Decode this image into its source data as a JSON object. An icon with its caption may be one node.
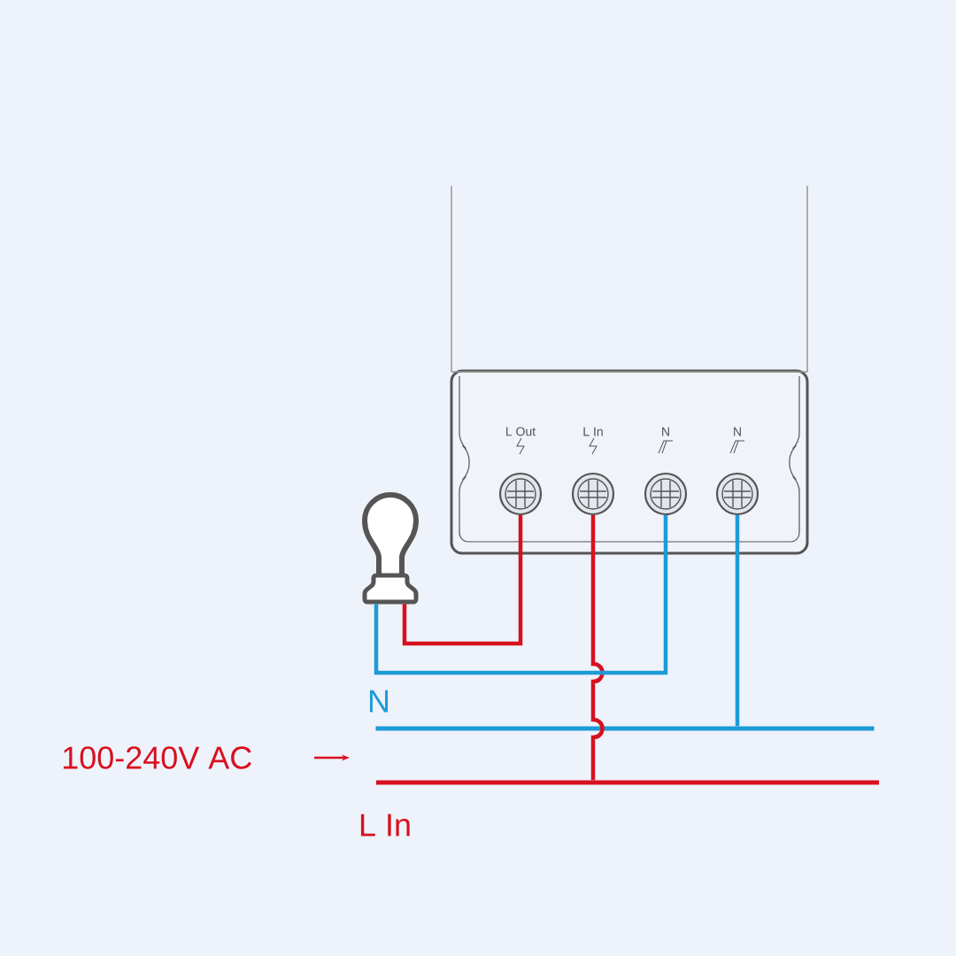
{
  "diagram": {
    "nodes": [
      {
        "text": [],
        "shape": "box"
      },
      {
        "text": [
          "L Out"
        ],
        "in": 0
      },
      {
        "text": [
          "L In"
        ],
        "in": 0
      },
      {
        "text": [
          "N"
        ],
        "in": 0
      },
      {
        "text": [
          "N"
        ],
        "in": 0
      },
      {
        "text": [],
        "shape": "bulb"
      },
      {
        "text": [],
        "shape": "bar",
        "beside": [
          "N"
        ]
      },
      {
        "text": [],
        "shape": "bar",
        "beside": [
          "L In"
        ]
      }
    ],
    "edges": [
      {
        "from": 1,
        "to": 5,
        "arrow": "none",
        "color": "#d7101f"
      },
      {
        "from": 2,
        "to": 7,
        "arrow": "none",
        "color": "#d7101f"
      },
      {
        "from": 3,
        "to": 5,
        "arrow": "none",
        "color": "#1d9bd7"
      },
      {
        "from": 4,
        "to": 6,
        "arrow": "none",
        "color": "#1d9bd7"
      }
    ],
    "labels": [
      "100-240V AC"
    ]
  }
}
